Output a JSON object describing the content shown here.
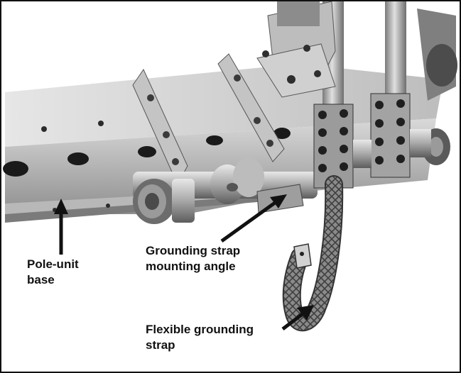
{
  "labels": {
    "pole_unit_base": [
      "Pole-unit",
      "base"
    ],
    "mounting_angle": [
      "Grounding strap",
      "mounting angle"
    ],
    "flexible_strap": [
      "Flexible grounding",
      "strap"
    ]
  },
  "colors": {
    "text": "#111111",
    "border": "#111111",
    "background": "#ffffff"
  },
  "icons": {
    "arrow": "arrow-icon"
  }
}
